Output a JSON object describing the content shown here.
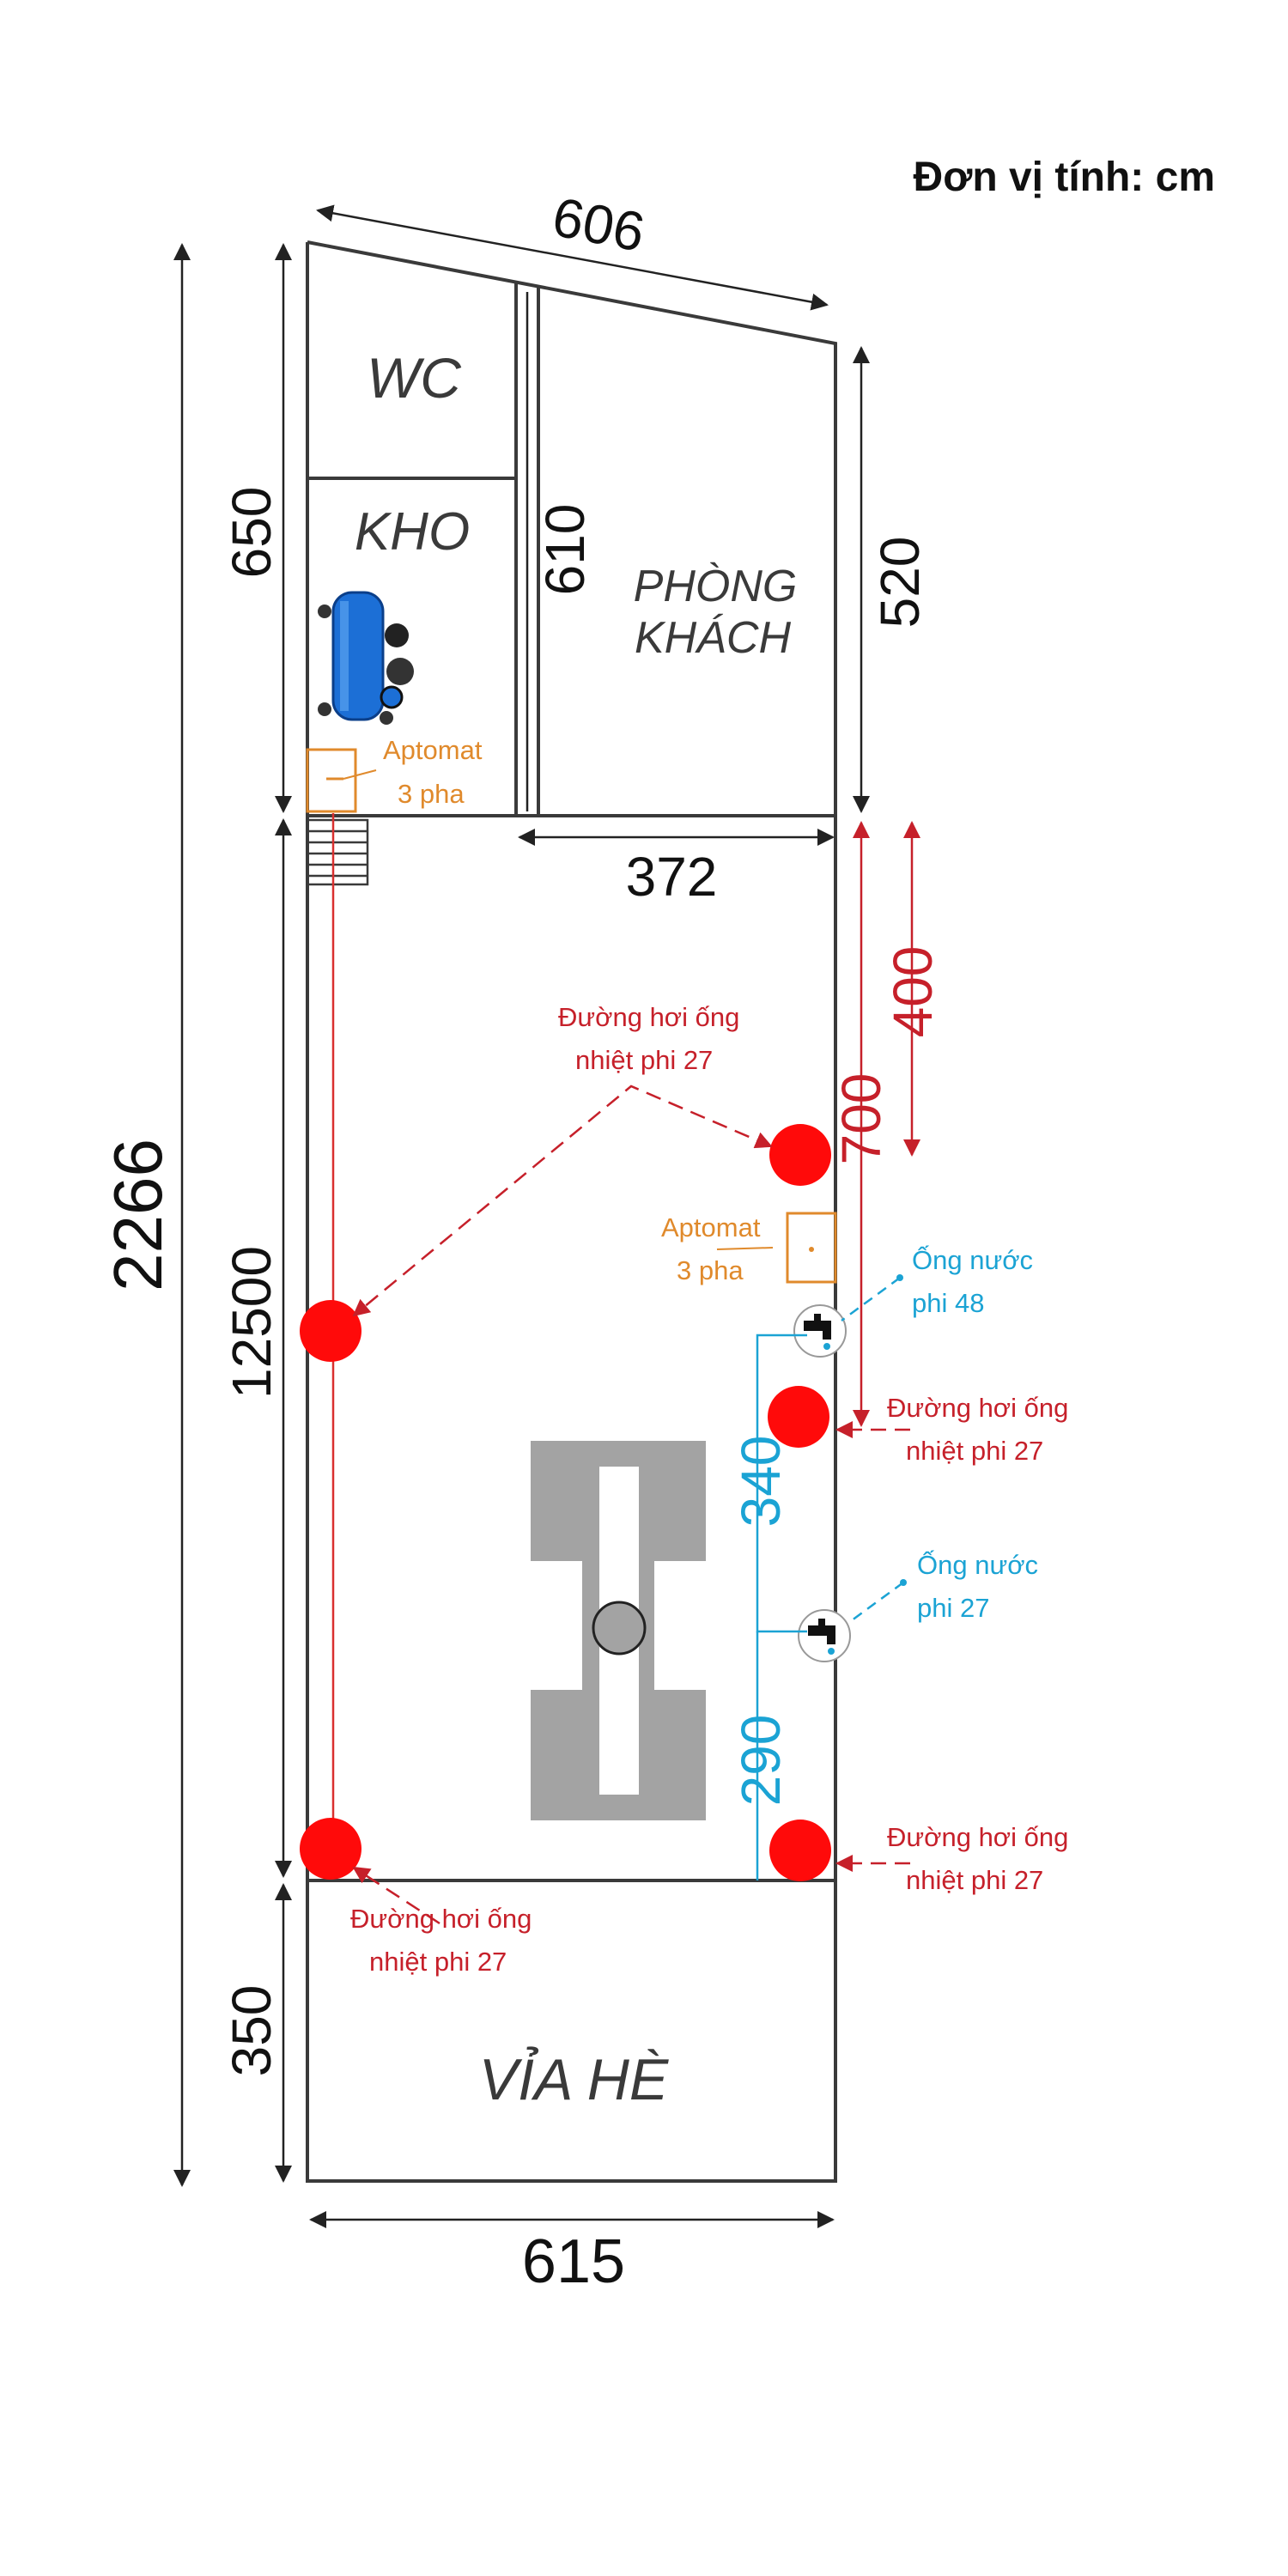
{
  "unit_note": "Đơn vị tính: cm",
  "rooms": {
    "wc": "WC",
    "kho": "KHO",
    "phong_khach_line1": "PHÒNG",
    "phong_khach_line2": "KHÁCH",
    "via_he": "VỈA HÈ"
  },
  "dimensions": {
    "top": "606",
    "left_top": "650",
    "inner_wall": "610",
    "right_top": "520",
    "mid_wall": "372",
    "red_400": "400",
    "red_700": "700",
    "overall": "2266",
    "main_length": "12500",
    "blue_340": "340",
    "blue_290": "290",
    "sidewalk": "350",
    "bottom": "615"
  },
  "labels": {
    "aptomat_1_line1": "Aptomat",
    "aptomat_1_line2": "3 pha",
    "aptomat_2_line1": "Aptomat",
    "aptomat_2_line2": "3 pha",
    "duong_hoi_1_line1": "Đường hơi ống",
    "duong_hoi_1_line2": "nhiệt phi 27",
    "duong_hoi_2_line1": "Đường hơi ống",
    "duong_hoi_2_line2": "nhiệt phi 27",
    "duong_hoi_3_line1": "Đường hơi ống",
    "duong_hoi_3_line2": "nhiệt phi 27",
    "duong_hoi_4_line1": "Đường hơi ống",
    "duong_hoi_4_line2": "nhiệt phi 27",
    "ong_nuoc_48_line1": "Ống nước",
    "ong_nuoc_48_line2": "phi 48",
    "ong_nuoc_27_line1": "Ống nước",
    "ong_nuoc_27_line2": "phi 27"
  },
  "icons": {
    "compressor": "air-compressor-icon",
    "tap": "water-tap-icon",
    "lift": "car-lift-icon"
  },
  "colors": {
    "wall": "#3a3a3a",
    "steam_point": "#ff0a0a",
    "steam_label": "#c6202a",
    "aptomat": "#e08a2c",
    "water": "#1ba3d4",
    "lift": "#a3a3a3"
  }
}
